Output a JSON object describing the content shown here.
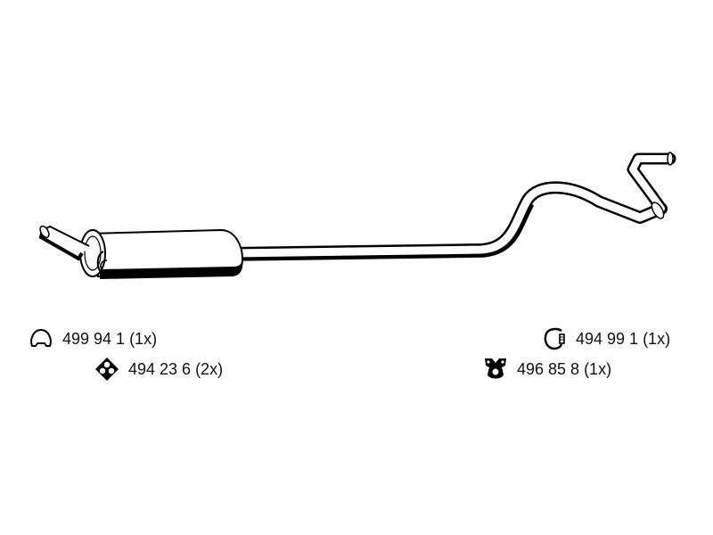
{
  "parts": [
    {
      "icon": "ring-clamp-icon",
      "label": "499 94 1 (1x)"
    },
    {
      "icon": "rubber-mount-icon",
      "label": "494 23 6 (2x)"
    },
    {
      "icon": "pipe-clamp-icon",
      "label": "494 99 1 (1x)"
    },
    {
      "icon": "hanger-bracket-icon",
      "label": "496 85 8 (1x)"
    }
  ]
}
